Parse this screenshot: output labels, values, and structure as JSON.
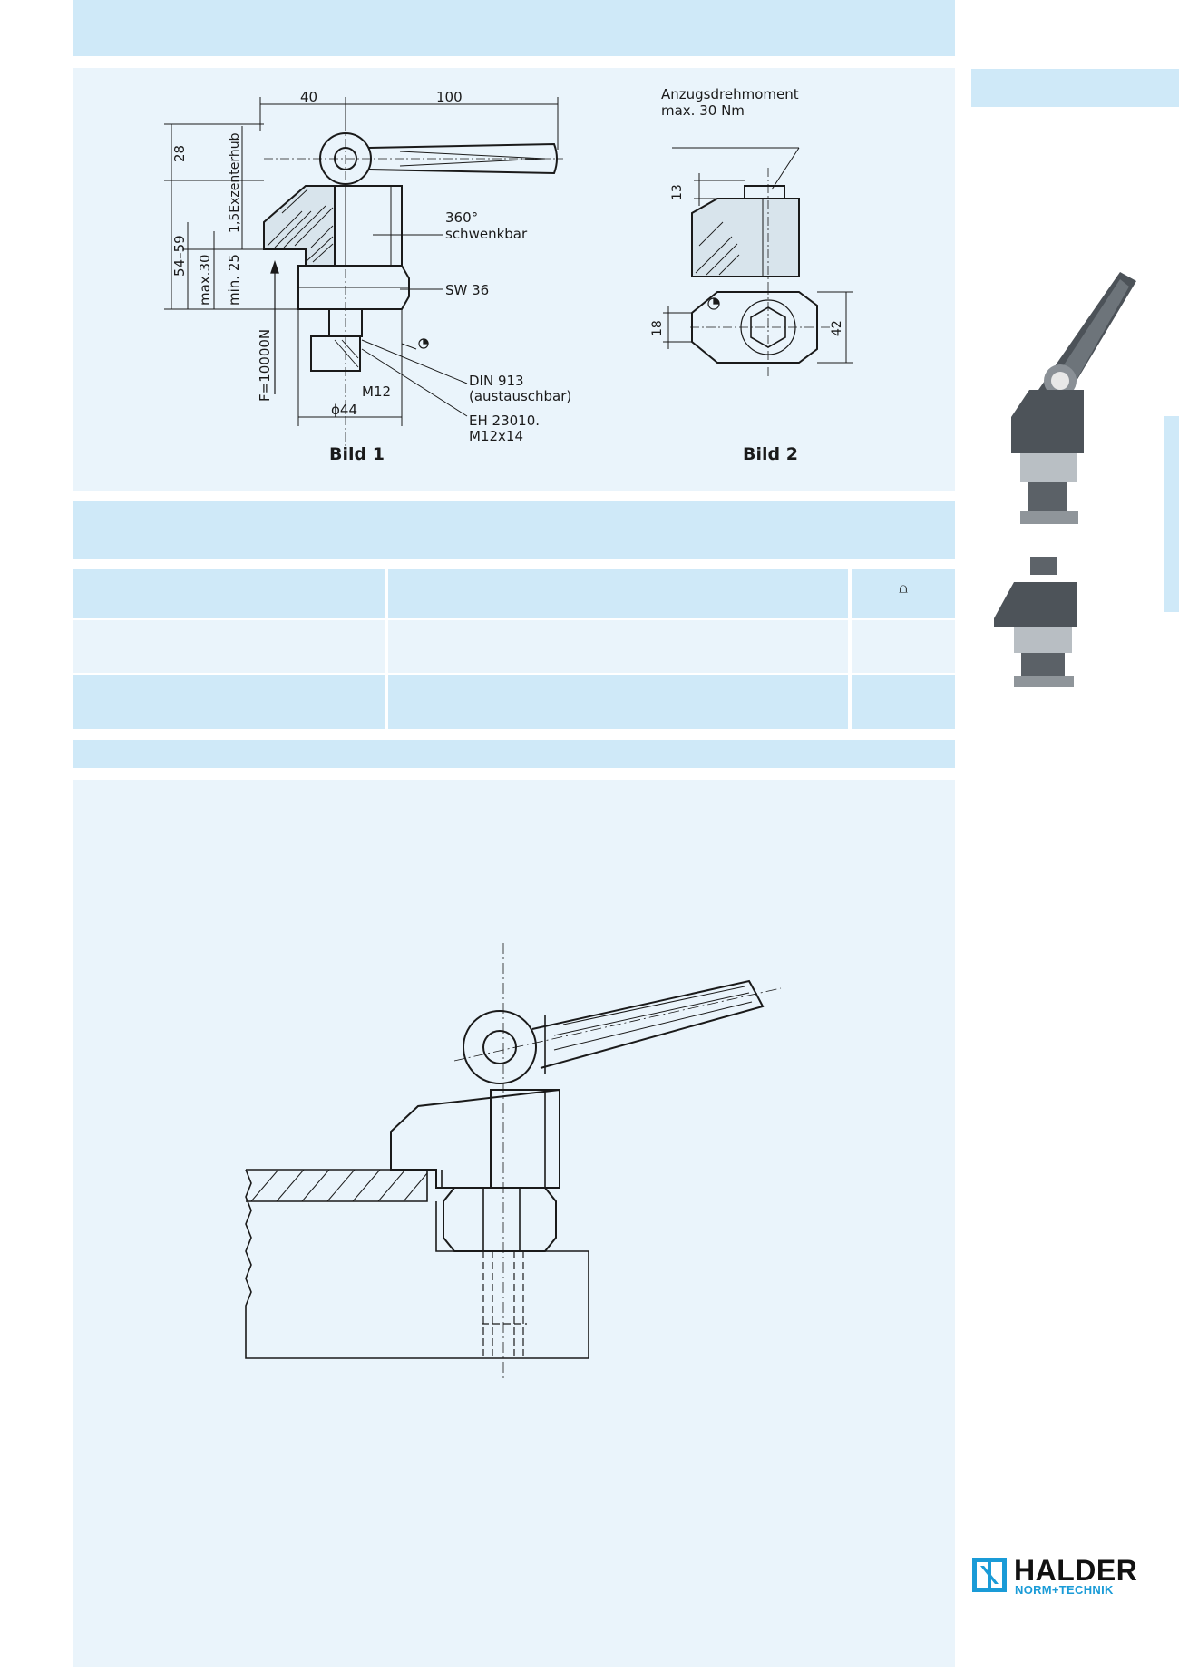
{
  "drawings": {
    "bild1": {
      "caption": "Bild 1",
      "dim_top_left": "40",
      "dim_top_right": "100",
      "dim_28": "28",
      "dim_exzenterhub": "1,5Exzenterhub",
      "dim_54_59": "54–59",
      "dim_max30": "max.30",
      "dim_min25": "min. 25",
      "force": "F=10000N",
      "label_360": "360°",
      "label_schwenkbar": "schwenkbar",
      "label_sw": "SW 36",
      "label_din": "DIN 913",
      "label_austauschbar": "(austauschbar)",
      "label_eh": "EH 23010.",
      "label_m12x14": "M12x14",
      "label_m12": "M12",
      "label_d44": "ϕ44"
    },
    "bild2": {
      "caption": "Bild 2",
      "torque_line1": "Anzugsdrehmoment",
      "torque_line2": "max. 30 Nm",
      "dim_13": "13",
      "dim_18": "18",
      "dim_42": "42"
    }
  },
  "table": {
    "header_icon": "weight-icon",
    "header_symbol": "⩍"
  },
  "logo": {
    "name": "HALDER",
    "subtitle": "NORM+TECHNIK"
  },
  "colors": {
    "panel_light": "#eaf4fb",
    "panel_mid": "#cfe9f8",
    "brand_blue": "#1a9bd7"
  }
}
